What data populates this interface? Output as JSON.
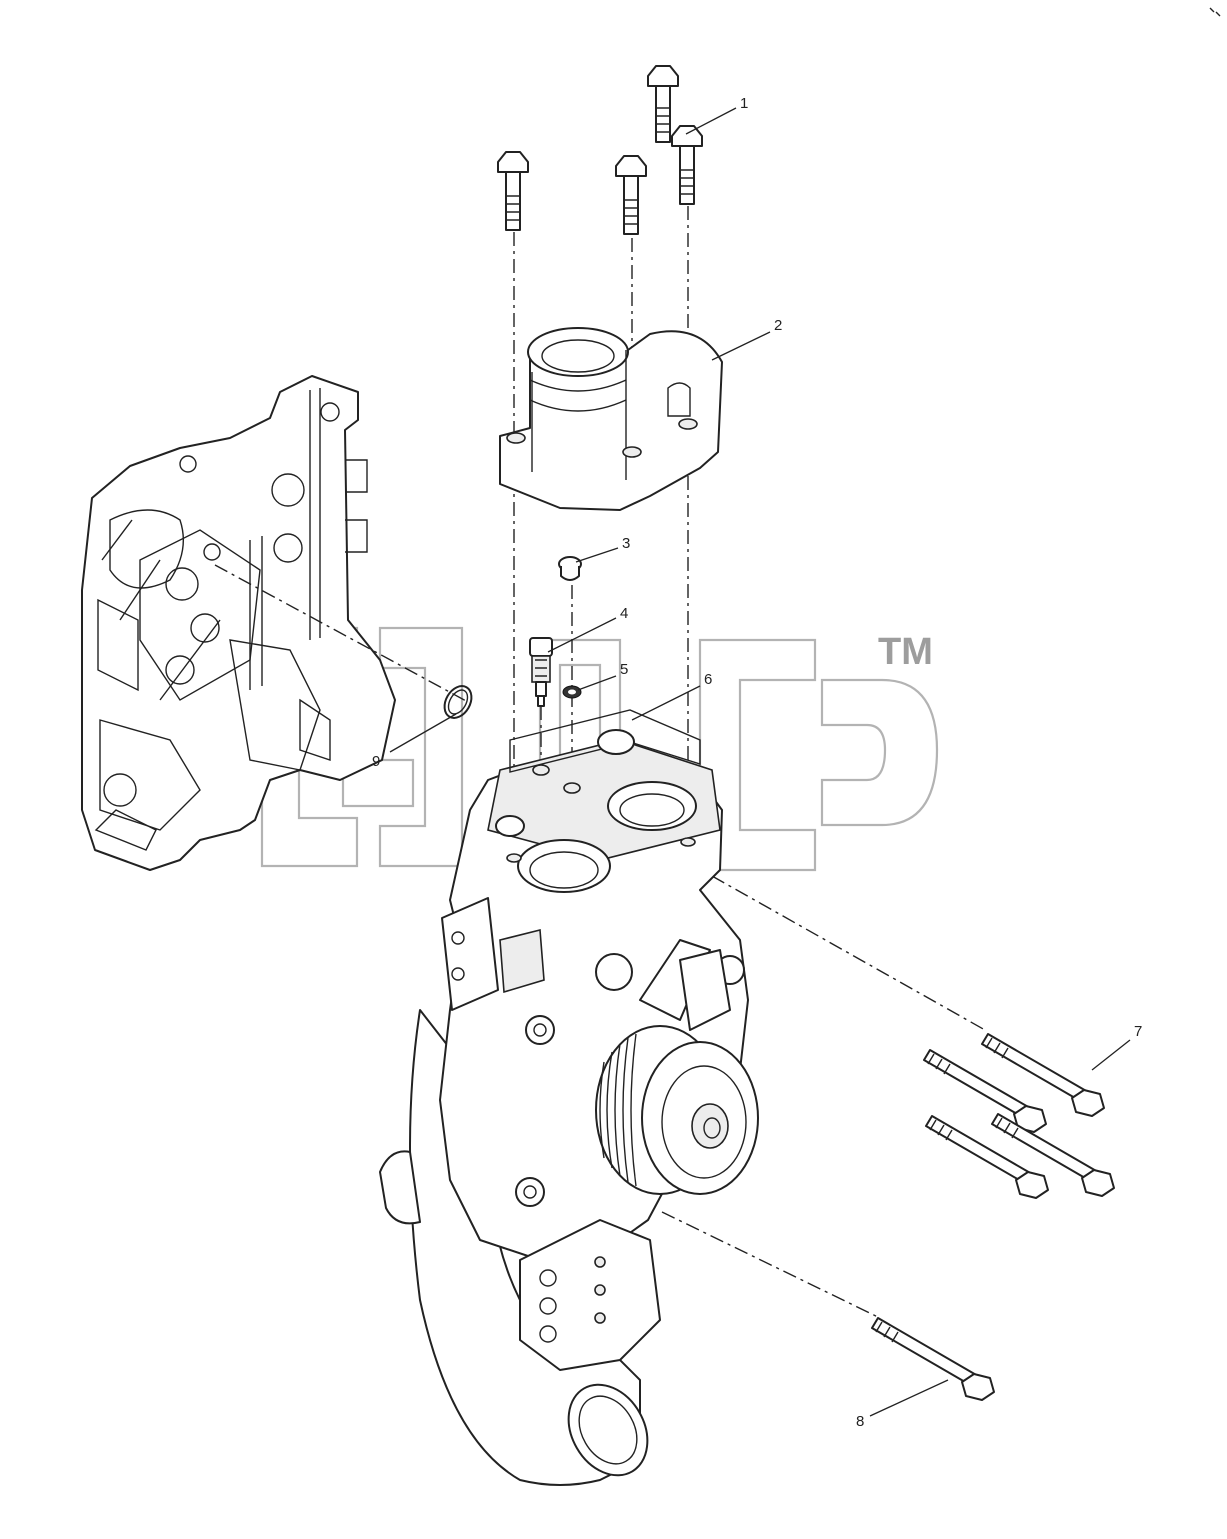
{
  "diagram": {
    "callouts": [
      "1",
      "2",
      "3",
      "4",
      "5",
      "6",
      "7",
      "8",
      "9"
    ],
    "watermark": {
      "trademark": "TM"
    }
  }
}
